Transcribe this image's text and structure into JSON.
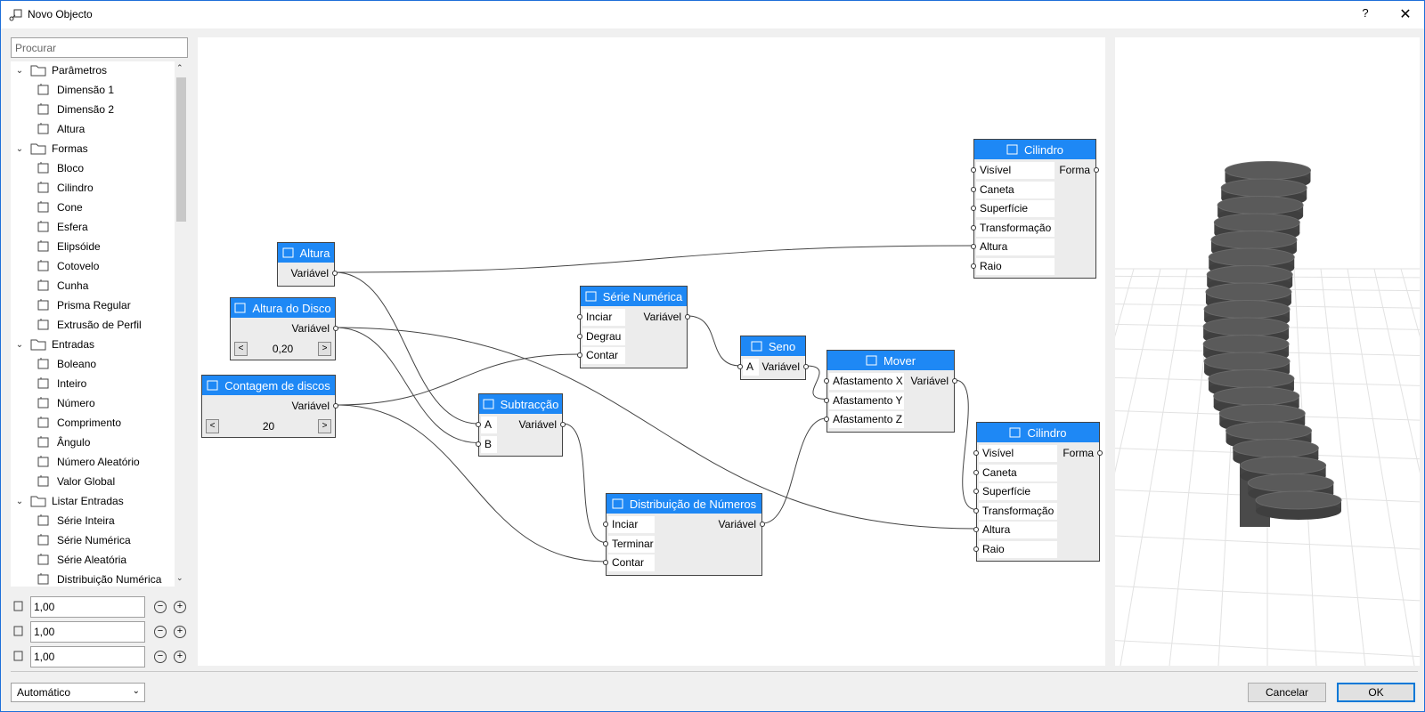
{
  "window": {
    "title": "Novo Objecto",
    "help": "?",
    "close": "✕"
  },
  "search": {
    "placeholder": "Procurar"
  },
  "tree": [
    {
      "label": "Parâmetros",
      "level": 0,
      "icon": "folder-open-icon"
    },
    {
      "label": "Dimensão 1",
      "level": 1,
      "icon": "dimension-1-icon"
    },
    {
      "label": "Dimensão 2",
      "level": 1,
      "icon": "dimension-2-icon"
    },
    {
      "label": "Altura",
      "level": 1,
      "icon": "height-icon"
    },
    {
      "label": "Formas",
      "level": 0,
      "icon": "folder-open-icon"
    },
    {
      "label": "Bloco",
      "level": 1,
      "icon": "block-icon"
    },
    {
      "label": "Cilindro",
      "level": 1,
      "icon": "cylinder-icon"
    },
    {
      "label": "Cone",
      "level": 1,
      "icon": "cone-icon"
    },
    {
      "label": "Esfera",
      "level": 1,
      "icon": "sphere-icon"
    },
    {
      "label": "Elipsóide",
      "level": 1,
      "icon": "ellipsoid-icon"
    },
    {
      "label": "Cotovelo",
      "level": 1,
      "icon": "elbow-icon"
    },
    {
      "label": "Cunha",
      "level": 1,
      "icon": "wedge-icon"
    },
    {
      "label": "Prisma Regular",
      "level": 1,
      "icon": "prism-icon"
    },
    {
      "label": "Extrusão de Perfil",
      "level": 1,
      "icon": "profile-extrusion-icon"
    },
    {
      "label": "Entradas",
      "level": 0,
      "icon": "folder-open-icon"
    },
    {
      "label": "Boleano",
      "level": 1,
      "icon": "boolean-icon"
    },
    {
      "label": "Inteiro",
      "level": 1,
      "icon": "integer-icon"
    },
    {
      "label": "Número",
      "level": 1,
      "icon": "number-icon"
    },
    {
      "label": "Comprimento",
      "level": 1,
      "icon": "length-icon"
    },
    {
      "label": "Ângulo",
      "level": 1,
      "icon": "angle-icon"
    },
    {
      "label": "Número Aleatório",
      "level": 1,
      "icon": "random-number-icon"
    },
    {
      "label": "Valor Global",
      "level": 1,
      "icon": "global-value-icon"
    },
    {
      "label": "Listar Entradas",
      "level": 0,
      "icon": "folder-open-icon"
    },
    {
      "label": "Série Inteira",
      "level": 1,
      "icon": "integer-series-icon"
    },
    {
      "label": "Série Numérica",
      "level": 1,
      "icon": "number-series-icon"
    },
    {
      "label": "Série Aleatória",
      "level": 1,
      "icon": "random-series-icon"
    },
    {
      "label": "Distribuição Numérica",
      "level": 1,
      "icon": "number-distribution-icon"
    }
  ],
  "dimensions": [
    {
      "value": "1,00",
      "icon": "dimension-1-icon"
    },
    {
      "value": "1,00",
      "icon": "dimension-2-icon"
    },
    {
      "value": "1,00",
      "icon": "height-icon"
    }
  ],
  "nodes": {
    "altura": {
      "title": "Altura",
      "out": "Variável"
    },
    "altura_disco": {
      "title": "Altura do Disco",
      "out": "Variável",
      "value": "0,20",
      "dec": "<",
      "inc": ">"
    },
    "contagem": {
      "title": "Contagem de discos",
      "out": "Variável",
      "value": "20",
      "dec": "<",
      "inc": ">"
    },
    "serie": {
      "title": "Série Numérica",
      "inputs": [
        "Inciar",
        "Degrau",
        "Contar"
      ],
      "out": "Variável"
    },
    "seno": {
      "title": "Seno",
      "inputs": [
        "A"
      ],
      "out": "Variável"
    },
    "subtraccao": {
      "title": "Subtracção",
      "inputs": [
        "A",
        "B"
      ],
      "out": "Variável"
    },
    "mover": {
      "title": "Mover",
      "inputs": [
        "Afastamento X",
        "Afastamento Y",
        "Afastamento Z"
      ],
      "out": "Variável"
    },
    "distribuicao": {
      "title": "Distribuição de Números",
      "inputs": [
        "Inciar",
        "Terminar",
        "Contar"
      ],
      "out": "Variável"
    },
    "cilindro1": {
      "title": "Cilindro",
      "inputs": [
        "Visível",
        "Caneta",
        "Superfície",
        "Transformação",
        "Altura",
        "Raio"
      ],
      "out": "Forma"
    },
    "cilindro2": {
      "title": "Cilindro",
      "inputs": [
        "Visível",
        "Caneta",
        "Superfície",
        "Transformação",
        "Altura",
        "Raio"
      ],
      "out": "Forma"
    }
  },
  "footer": {
    "mode": "Automático",
    "cancel": "Cancelar",
    "ok": "OK"
  },
  "colors": {
    "accent": "#1e88f5",
    "node_bg": "#ececec",
    "shape": "#5a5a5a"
  }
}
